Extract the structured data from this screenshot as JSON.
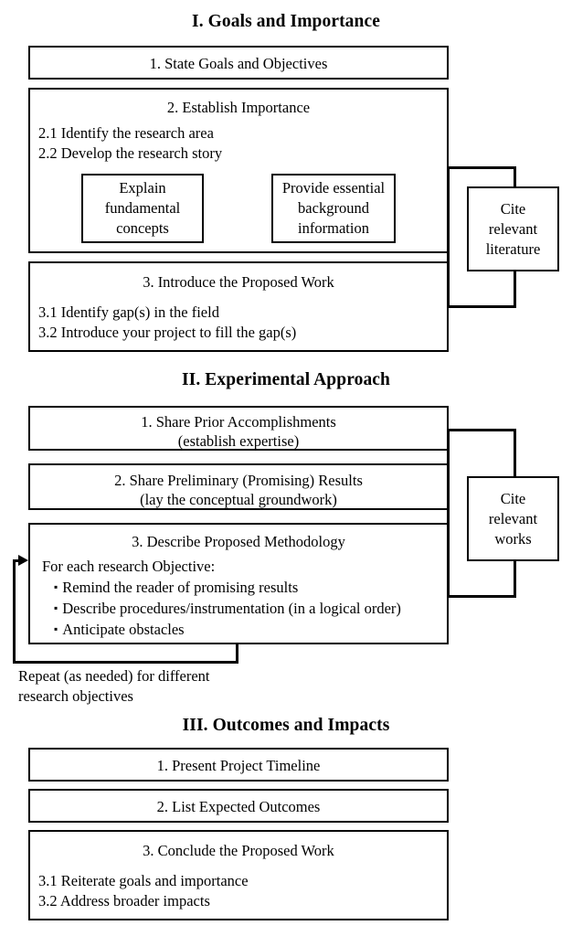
{
  "document": {
    "kind": "flowchart",
    "description": "Three-part outline of a research proposal structure"
  },
  "sections": [
    {
      "id": "goals",
      "heading": "I. Goals and Importance",
      "steps": [
        {
          "id": "state-goals",
          "title": "1. State Goals and Objectives",
          "sub_lines": "",
          "subboxes": []
        },
        {
          "id": "establish-importance",
          "title": "2. Establish Importance",
          "sub_lines": "2.1 Identify the research area\n2.2 Develop the research story",
          "subboxes": [
            {
              "id": "explain-fundamental-concepts",
              "label": "Explain\nfundamental\nconcepts"
            },
            {
              "id": "provide-background-information",
              "label": "Provide essential\nbackground\ninformation"
            }
          ]
        },
        {
          "id": "introduce-proposed-work",
          "title": "3. Introduce the Proposed Work",
          "sub_lines": "3.1 Identify gap(s) in the field\n3.2 Introduce your project to fill the gap(s)",
          "subboxes": []
        }
      ],
      "side_note": {
        "id": "cite-relevant-literature",
        "label": "Cite\nrelevant\nliterature"
      }
    },
    {
      "id": "experimental-approach",
      "heading": "II. Experimental Approach",
      "steps": [
        {
          "id": "share-prior-accomplishments",
          "title": "1. Share Prior Accomplishments\n(establish expertise)",
          "sub_lines": "",
          "subboxes": []
        },
        {
          "id": "share-preliminary-results",
          "title": "2. Share Preliminary (Promising) Results\n(lay the conceptual groundwork)",
          "sub_lines": "",
          "subboxes": []
        },
        {
          "id": "describe-proposed-methodology",
          "title": "3. Describe Proposed Methodology",
          "bullet_lead": "For each research Objective:",
          "bullets": [
            "Remind the reader of promising results",
            "Describe procedures/instrumentation (in a logical order)",
            "Anticipate obstacles"
          ],
          "bullet_glyph": "▪",
          "subboxes": []
        }
      ],
      "side_note": {
        "id": "cite-relevant-works",
        "label": "Cite\nrelevant\nworks"
      },
      "loop_caption": "Repeat (as needed) for different\nresearch objectives"
    },
    {
      "id": "outcomes-and-impacts",
      "heading": "III. Outcomes and Impacts",
      "steps": [
        {
          "id": "present-project-timeline",
          "title": "1. Present Project Timeline",
          "sub_lines": "",
          "subboxes": []
        },
        {
          "id": "list-expected-outcomes",
          "title": "2. List Expected Outcomes",
          "sub_lines": "",
          "subboxes": []
        },
        {
          "id": "conclude-proposed-work",
          "title": "3. Conclude the Proposed Work",
          "sub_lines": "3.1 Reiterate goals and importance\n3.2 Address broader impacts",
          "subboxes": []
        }
      ]
    }
  ],
  "colors": {
    "stroke": "#000000",
    "background": "#ffffff",
    "text": "#000000"
  }
}
